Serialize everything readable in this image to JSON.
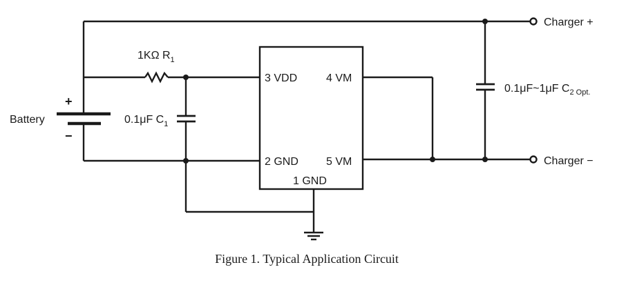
{
  "labels": {
    "battery": "Battery",
    "battery_plus": "+",
    "battery_minus": "−",
    "resistor": "1KΩ R",
    "resistor_sub": "1",
    "c1": "0.1μF C",
    "c1_sub": "1",
    "c2": "0.1μF~1μF C",
    "c2_sub": "2 Opt.",
    "pin_vdd": "3 VDD",
    "pin_gnd2": "2 GND",
    "pin_vm4": "4 VM",
    "pin_vm5": "5 VM",
    "pin_gnd1": "1 GND",
    "charger_plus": "Charger +",
    "charger_minus": "Charger −"
  },
  "caption": "Figure 1. Typical Application Circuit"
}
